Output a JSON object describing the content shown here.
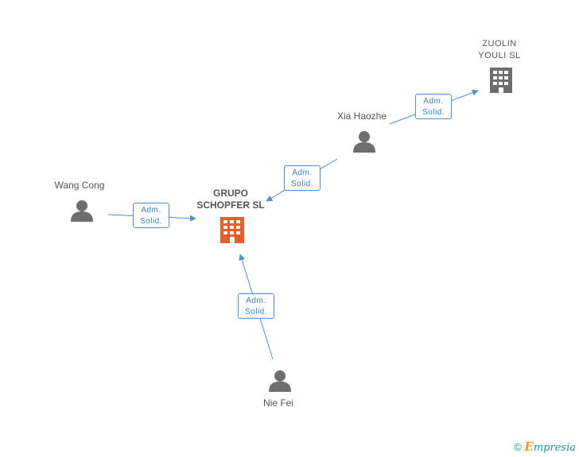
{
  "nodes": {
    "zuolin": {
      "line1": "ZUOLIN",
      "line2": "YOULI SL"
    },
    "xia": {
      "label": "Xia Haozhe"
    },
    "wang": {
      "label": "Wang Cong"
    },
    "grupo": {
      "line1": "GRUPO",
      "line2": "SCHOPFER SL"
    },
    "nie": {
      "label": "Nie Fei"
    }
  },
  "edges": [
    {
      "line1": "Adm.",
      "line2": "Solid."
    },
    {
      "line1": "Adm.",
      "line2": "Solid."
    },
    {
      "line1": "Adm.",
      "line2": "Solid."
    },
    {
      "line1": "Adm.",
      "line2": "Solid."
    }
  ],
  "footer": {
    "copyright": "©",
    "brand_initial": "E",
    "brand_rest": "mpresia"
  },
  "colors": {
    "edge": "#4a8fd9",
    "person": "#6e6e6e",
    "building_main": "#f05a28",
    "building_other": "#6e6e6e"
  },
  "icons": [
    "person-icon",
    "building-icon"
  ]
}
